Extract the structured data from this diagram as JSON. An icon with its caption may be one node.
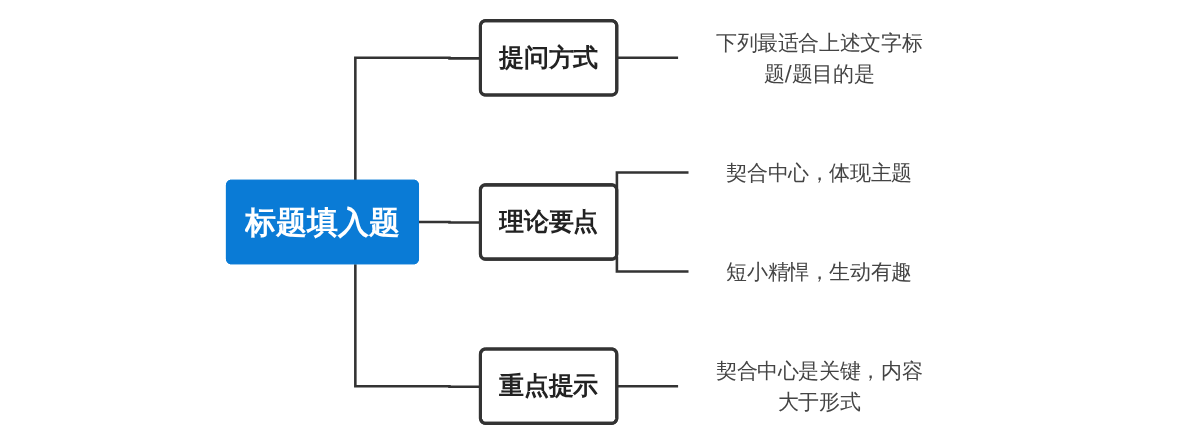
{
  "diagram": {
    "nodes": [
      {
        "text": [
          "标题填入题"
        ]
      },
      {
        "text": [
          "提问方式"
        ]
      },
      {
        "text": [
          "理论要点"
        ]
      },
      {
        "text": [
          "重点提示"
        ]
      },
      {
        "text": [
          "下列最适合上述文字标题/题目的是"
        ]
      },
      {
        "text": [
          "契合中心，体现主题"
        ]
      },
      {
        "text": [
          "短小精悍，生动有趣"
        ]
      },
      {
        "text": [
          "契合中心是关键，内容大于形式"
        ]
      }
    ],
    "edges": [
      {
        "from": 0,
        "to": 1,
        "arrow": "none"
      },
      {
        "from": 0,
        "to": 2,
        "arrow": "none"
      },
      {
        "from": 0,
        "to": 3,
        "arrow": "none"
      },
      {
        "from": 1,
        "to": 4,
        "arrow": "none"
      },
      {
        "from": 2,
        "to": 5,
        "arrow": "none"
      },
      {
        "from": 2,
        "to": 6,
        "arrow": "none"
      },
      {
        "from": 3,
        "to": 7,
        "arrow": "none"
      }
    ]
  }
}
